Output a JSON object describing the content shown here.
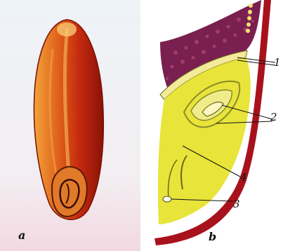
{
  "panels": {
    "a": {
      "letter": "a"
    },
    "b": {
      "letter": "b"
    }
  },
  "callouts": [
    {
      "label": "1"
    },
    {
      "label": "2"
    },
    {
      "label": "3"
    },
    {
      "label": "4"
    }
  ],
  "colors": {
    "grain_dark": "#b01e08",
    "grain_light": "#f0a030",
    "husk": "#a8121c",
    "endosperm": "#7a2050",
    "embryo": "#e8e43a",
    "embryo_line": "#8a8a2a"
  }
}
